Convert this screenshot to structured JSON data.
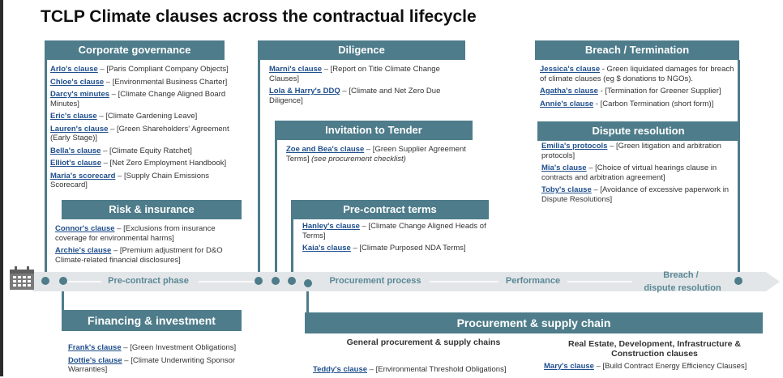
{
  "title": "TCLP Climate clauses across the contractual lifecycle",
  "timeline": {
    "phases": [
      "Pre-contract phase",
      "Procurement process",
      "Performance",
      "Breach /",
      "dispute resolution"
    ]
  },
  "colors": {
    "accent": "#4e7c8a",
    "link": "#1f4e8c",
    "timeline": "#e3e6e8"
  },
  "sections": {
    "corporate_governance": {
      "title": "Corporate governance",
      "items": [
        {
          "name": "Arlo's clause",
          "desc": " – [Paris Compliant Company Objects]"
        },
        {
          "name": "Chloe's clause",
          "desc": " – [Environmental Business Charter]"
        },
        {
          "name": "Darcy's minutes",
          "desc": " – [Climate Change Aligned Board Minutes]"
        },
        {
          "name": "Eric's clause",
          "desc": " – [Climate Gardening Leave]"
        },
        {
          "name": "Lauren's clause",
          "desc": " – [Green Shareholders' Agreement (Early Stage)]"
        },
        {
          "name": "Bella's clause",
          "desc": " – [Climate Equity Ratchet]"
        },
        {
          "name": "Elliot's clause",
          "desc": " – [Net Zero Employment Handbook]"
        },
        {
          "name": "Maria's scorecard",
          "desc": " – [Supply Chain Emissions Scorecard]"
        }
      ]
    },
    "risk_insurance": {
      "title": "Risk & insurance",
      "items": [
        {
          "name": "Connor's clause",
          "desc": " – [Exclusions from insurance coverage for environmental harms]"
        },
        {
          "name": "Archie's clause",
          "desc": " – [Premium adjustment for D&O Climate-related financial disclosures]"
        }
      ]
    },
    "diligence": {
      "title": "Diligence",
      "items": [
        {
          "name": "Marni's clause",
          "desc": " – [Report on Title Climate Change Clauses]"
        },
        {
          "name": "Lola & Harry's DDQ",
          "desc": " – [Climate and Net Zero Due Diligence]"
        }
      ]
    },
    "invitation": {
      "title": "Invitation to Tender",
      "items": [
        {
          "name": "Zoe and Bea's clause",
          "desc": " – [Green Supplier Agreement Terms] ",
          "note": "(see procurement checklist)"
        }
      ]
    },
    "pre_contract": {
      "title": "Pre-contract terms",
      "items": [
        {
          "name": "Hanley's clause",
          "desc": " – [Climate Change Aligned Heads of Terms]"
        },
        {
          "name": "Kaia's clause",
          "desc": " – [Climate Purposed NDA Terms]"
        }
      ]
    },
    "breach": {
      "title": "Breach / Termination",
      "items": [
        {
          "name": "Jessica's clause",
          "desc": " - Green liquidated damages for breach of climate clauses (eg $ donations to NGOs)."
        },
        {
          "name": "Agatha's clause",
          "desc": " - [Termination for Greener Supplier]"
        },
        {
          "name": "Annie's clause",
          "desc": " - [Carbon Termination (short form)]"
        }
      ]
    },
    "dispute": {
      "title": "Dispute resolution",
      "items": [
        {
          "name": "Emilia's protocols",
          "desc": " – [Green litigation and arbitration protocols]"
        },
        {
          "name": "Mia's clause",
          "desc": " – [Choice of virtual hearings clause in contracts and arbitration agreement]"
        },
        {
          "name": "Toby's clause",
          "desc": " – [Avoidance of excessive paperwork in Dispute Resolutions]"
        }
      ]
    },
    "financing": {
      "title": "Financing & investment",
      "items": [
        {
          "name": "Frank's clause",
          "desc": " – [Green Investment Obligations]"
        },
        {
          "name": "Dottie's clause",
          "desc": " – [Climate Underwriting Sponsor Warranties]"
        }
      ]
    },
    "procurement": {
      "title": "Procurement & supply chain",
      "sub_general": "General procurement & supply chains",
      "sub_realestate": "Real Estate, Development, Infrastructure & Construction clauses",
      "general_items": [
        {
          "name": "Teddy's clause",
          "desc": " – [Environmental Threshold Obligations]"
        }
      ],
      "realestate_items": [
        {
          "name": "Mary's clause",
          "desc": " – [Build Contract Energy Efficiency Clauses]"
        }
      ]
    }
  }
}
